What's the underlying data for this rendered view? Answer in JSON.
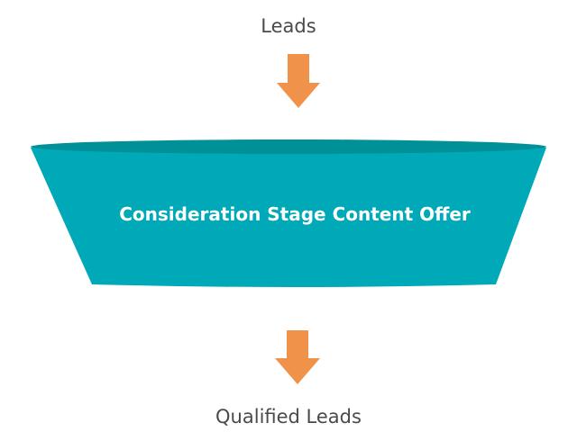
{
  "stages": {
    "input_label": "Leads",
    "funnel_label": "Consideration Stage Content Offer",
    "output_label": "Qualified Leads"
  },
  "colors": {
    "arrow": "#F0924A",
    "funnel_body": "#00A9B8",
    "funnel_rim": "#009097",
    "funnel_text": "#FFFFFF",
    "label_text": "#4A4A4A"
  },
  "icons": {
    "input_arrow": "arrow-down-icon",
    "output_arrow": "arrow-down-icon"
  }
}
